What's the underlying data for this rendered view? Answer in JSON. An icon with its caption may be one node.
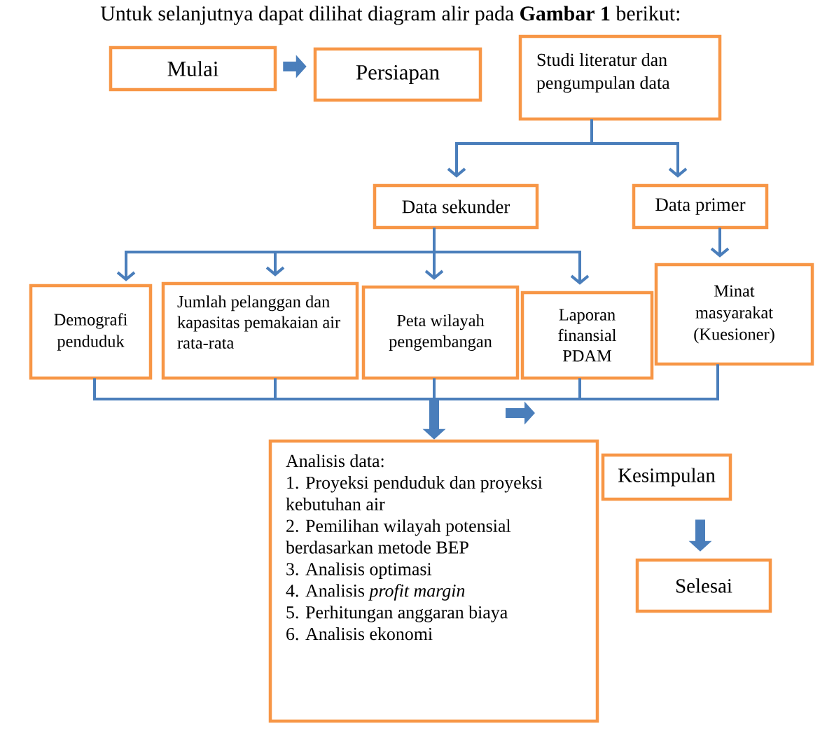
{
  "diagram": {
    "title": "Untuk selanjutnya dapat dilihat diagram alir pada **Gambar 1** berikut:",
    "nodes": [
      {
        "text": [
          "Mulai"
        ]
      },
      {
        "text": [
          "Persiapan"
        ]
      },
      {
        "text": [
          "Studi literatur dan pengumpulan data"
        ]
      },
      {
        "text": [
          "Data sekunder"
        ]
      },
      {
        "text": [
          "Data primer"
        ]
      },
      {
        "text": [
          "Demografi penduduk"
        ]
      },
      {
        "text": [
          "Jumlah pelanggan dan kapasitas pemakaian air rata-rata"
        ]
      },
      {
        "text": [
          "Peta wilayah pengembangan"
        ]
      },
      {
        "text": [
          "Laporan finansial PDAM"
        ]
      },
      {
        "text": [
          "Minat masyarakat (Kuesioner)"
        ]
      },
      {
        "text": [
          "Analisis data:",
          "1. Proyeksi penduduk dan proyeksi kebutuhan air",
          "2. Pemilihan wilayah potensial berdasarkan metode BEP",
          "3. Analisis optimasi",
          "4. Analisis *profit margin*",
          "5. Perhitungan anggaran biaya",
          "6. Analisis ekonomi"
        ]
      },
      {
        "text": [
          "Kesimpulan"
        ]
      },
      {
        "text": [
          "Selesai"
        ]
      }
    ],
    "edges": [
      {
        "from": 0,
        "to": 1,
        "arrow": "to",
        "style": "thick"
      },
      {
        "from": 2,
        "to": 3,
        "arrow": "to"
      },
      {
        "from": 2,
        "to": 4,
        "arrow": "to"
      },
      {
        "from": 3,
        "to": 5,
        "arrow": "to"
      },
      {
        "from": 3,
        "to": 6,
        "arrow": "to"
      },
      {
        "from": 3,
        "to": 7,
        "arrow": "to"
      },
      {
        "from": 3,
        "to": 8,
        "arrow": "to"
      },
      {
        "from": 4,
        "to": 9,
        "arrow": "to"
      },
      {
        "from": 5,
        "to": 10,
        "arrow": "to"
      },
      {
        "from": 6,
        "to": 10,
        "arrow": "to"
      },
      {
        "from": 7,
        "to": 10,
        "arrow": "to"
      },
      {
        "from": 8,
        "to": 10,
        "arrow": "to"
      },
      {
        "from": 9,
        "to": 10,
        "arrow": "to"
      },
      {
        "from": 11,
        "to": 12,
        "arrow": "to",
        "style": "thick"
      }
    ]
  }
}
